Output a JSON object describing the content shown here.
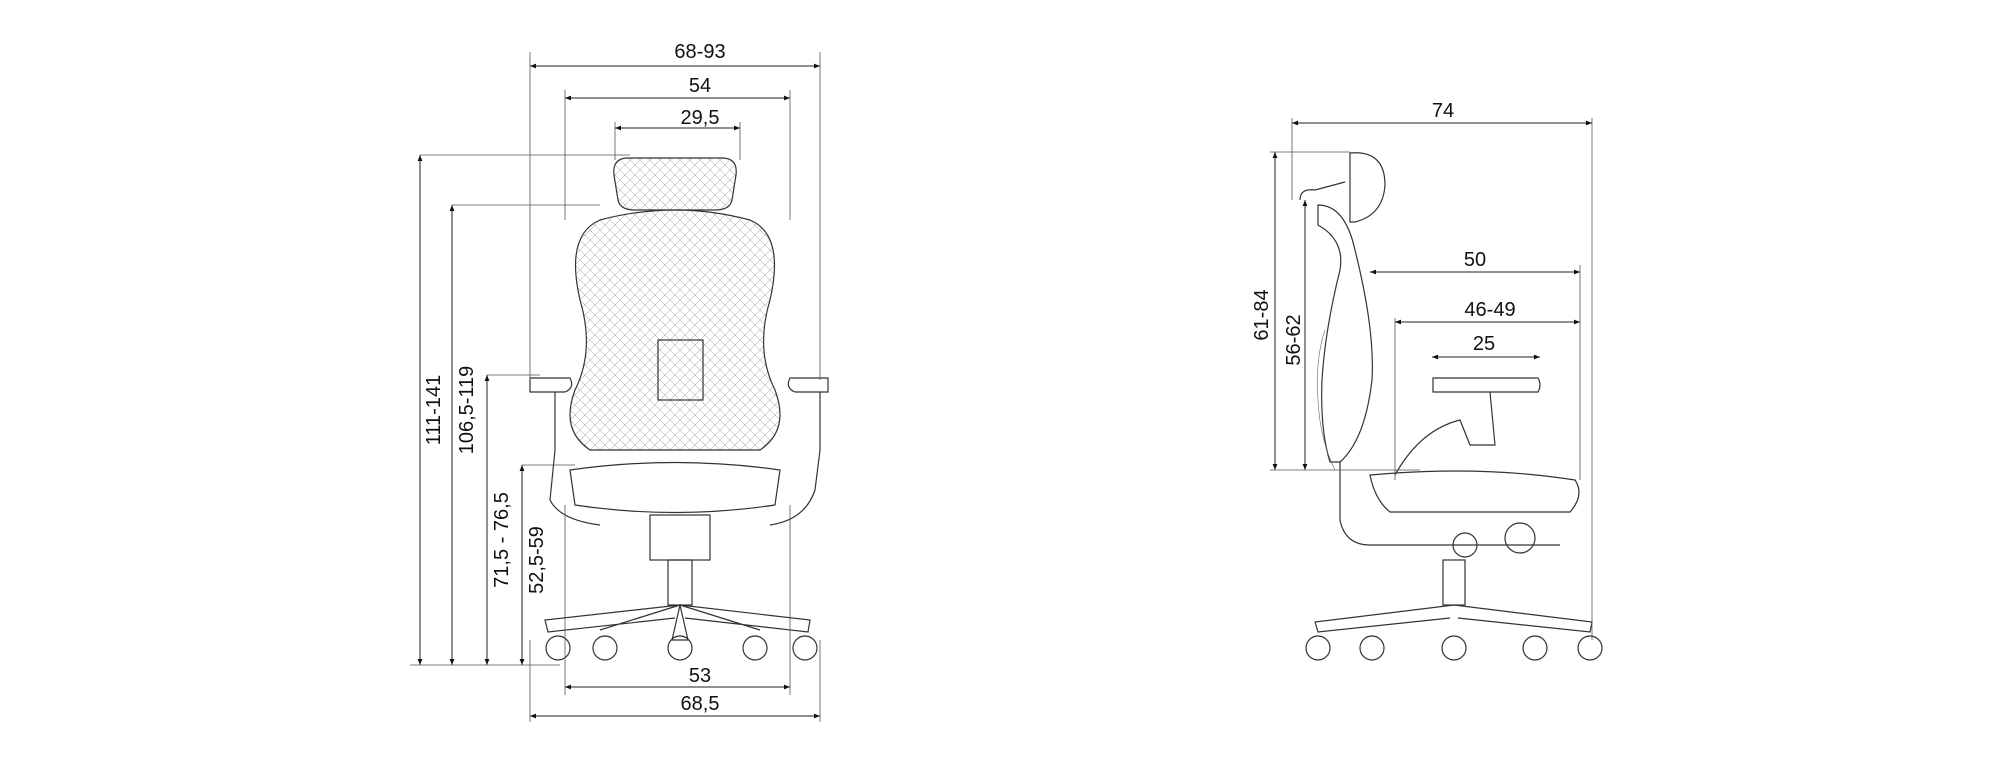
{
  "front_view": {
    "width_overall_arms": "68-93",
    "backrest_width": "54",
    "headrest_width": "29,5",
    "height_overall": "111-141",
    "height_to_backrest_top": "106,5-119",
    "armrest_height": "71,5 - 76,5",
    "seat_height": "52,5-59",
    "seat_width": "53",
    "base_width": "68,5"
  },
  "side_view": {
    "depth_overall": "74",
    "backrest_height_with_headrest": "61-84",
    "backrest_height": "56-62",
    "seat_depth_overall": "50",
    "seat_depth_adjustable": "46-49",
    "armrest_length": "25"
  },
  "colors": {
    "line": "#222222",
    "background": "#ffffff"
  }
}
